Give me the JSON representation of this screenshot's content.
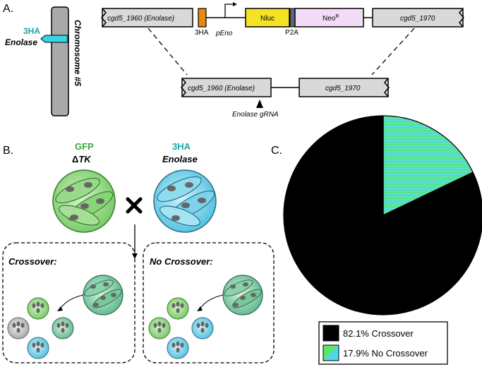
{
  "panels": {
    "a": "A.",
    "b": "B.",
    "c": "C."
  },
  "colors": {
    "teal": "#17a7a6",
    "green": "#3aa843",
    "cyan": "#35d5e5",
    "orange": "#e48b10",
    "yellow": "#f4e224",
    "lilac": "#f2dcf7",
    "gray_box": "#d9d9d9",
    "chromosome": "#a9a9a9",
    "pie_crossover": "#000000",
    "pie_nocross_green": "#58e67a",
    "pie_nocross_cyan": "#59dbe8"
  },
  "panel_a": {
    "chrom_tag_line1": "3HA",
    "chrom_tag_line2": "Enolase",
    "chromosome_label": "Chromosome #5",
    "construct": {
      "left_gene": "cgd5_1960 (Enolase)",
      "ha_tag": "3HA",
      "promoter": "pEno",
      "nluc": "Nluc",
      "neo_base": "Neo",
      "neo_sup": "R",
      "p2a": "P2A",
      "right_gene": "cgd5_1970"
    },
    "locus": {
      "left_gene": "cgd5_1960 (Enolase)",
      "right_gene": "cgd5_1970",
      "grna": "Enolase gRNA"
    }
  },
  "panel_b": {
    "left_strain_line1": "GFP",
    "left_strain_delta": "Δ",
    "left_strain_gene": "TK",
    "right_strain_line1": "3HA",
    "right_strain_line2": "Enolase",
    "box_left_title": "Crossover:",
    "box_right_title": "No Crossover:"
  },
  "chart_data": {
    "type": "pie",
    "title": "",
    "slices": [
      {
        "label": "Crossover",
        "value": 82.1,
        "display": "82.1% Crossover",
        "color": "#000000"
      },
      {
        "label": "No Crossover",
        "value": 17.9,
        "display": "17.9% No Crossover",
        "color": "striped green/cyan"
      }
    ],
    "legend": "bottom"
  }
}
